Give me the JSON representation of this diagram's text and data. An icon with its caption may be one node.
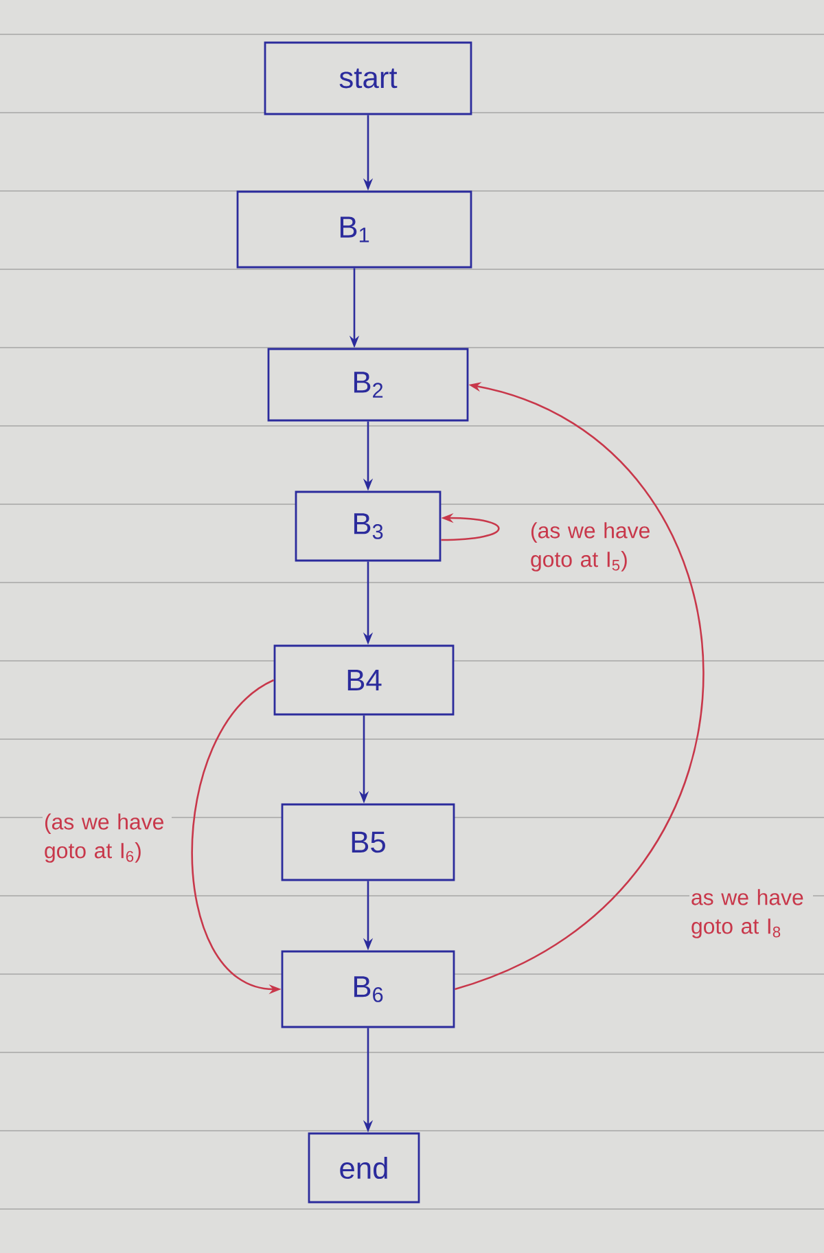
{
  "diagram": {
    "nodes": [
      {
        "text": [
          "start"
        ]
      },
      {
        "text": [
          "B$_{1}$"
        ]
      },
      {
        "text": [
          "B$_{2}$"
        ]
      },
      {
        "text": [
          "B$_{3}$"
        ]
      },
      {
        "text": [
          "B4"
        ]
      },
      {
        "text": [
          "B5"
        ]
      },
      {
        "text": [
          "B$_{6}$"
        ]
      },
      {
        "text": [
          "end"
        ]
      }
    ],
    "edges": [
      {
        "from": 0,
        "to": 1,
        "arrow": "to"
      },
      {
        "from": 1,
        "to": 2,
        "arrow": "to"
      },
      {
        "from": 2,
        "to": 3,
        "arrow": "to"
      },
      {
        "from": 3,
        "to": 4,
        "arrow": "to"
      },
      {
        "from": 4,
        "to": 5,
        "arrow": "to"
      },
      {
        "from": 5,
        "to": 6,
        "arrow": "to"
      },
      {
        "from": 6,
        "to": 7,
        "arrow": "to"
      },
      {
        "from": 3,
        "to": 3,
        "arrow": "to",
        "label": "(as we have goto at I$_{5}$)",
        "color": "#c8374a"
      },
      {
        "from": 6,
        "to": 2,
        "arrow": "to",
        "label": "as we have goto at I$_{8}$",
        "color": "#c8374a"
      },
      {
        "from": 4,
        "to": 6,
        "arrow": "to",
        "label": "(as we have goto at I$_{6}$)",
        "color": "#c8374a"
      }
    ]
  }
}
